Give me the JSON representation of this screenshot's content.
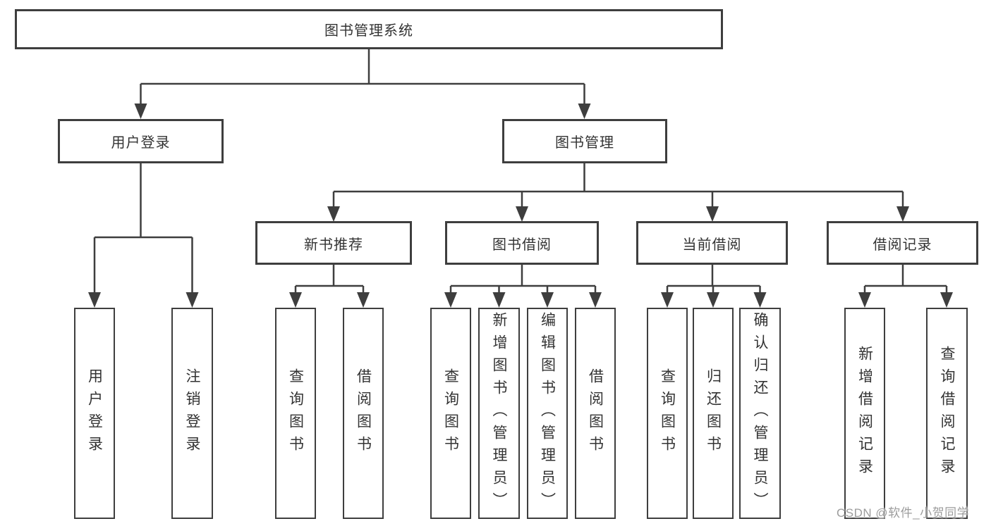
{
  "diagram": {
    "root": {
      "label": "图书管理系统"
    },
    "level2": [
      {
        "label": "用户登录"
      },
      {
        "label": "图书管理"
      }
    ],
    "level3": [
      {
        "label": "新书推荐",
        "parent": "图书管理"
      },
      {
        "label": "图书借阅",
        "parent": "图书管理"
      },
      {
        "label": "当前借阅",
        "parent": "图书管理"
      },
      {
        "label": "借阅记录",
        "parent": "图书管理"
      }
    ],
    "leaves": [
      {
        "label": "用户登录",
        "parent": "用户登录"
      },
      {
        "label": "注销登录",
        "parent": "用户登录"
      },
      {
        "label": "查询图书",
        "parent": "新书推荐"
      },
      {
        "label": "借阅图书",
        "parent": "新书推荐"
      },
      {
        "label": "查询图书",
        "parent": "图书借阅"
      },
      {
        "label": "新增图书（管理员）",
        "parent": "图书借阅"
      },
      {
        "label": "编辑图书（管理员）",
        "parent": "图书借阅"
      },
      {
        "label": "借阅图书",
        "parent": "图书借阅"
      },
      {
        "label": "查询图书",
        "parent": "当前借阅"
      },
      {
        "label": "归还图书",
        "parent": "当前借阅"
      },
      {
        "label": "确认归还（管理员）",
        "parent": "当前借阅"
      },
      {
        "label": "新增借阅记录",
        "parent": "借阅记录"
      },
      {
        "label": "查询借阅记录",
        "parent": "借阅记录"
      }
    ],
    "colors": {
      "line": "#3e3e3e",
      "text": "#333333",
      "background": "#ffffff"
    }
  },
  "watermark": {
    "text": "CSDN @软件_小贺同学",
    "color": "#9c9c9c"
  }
}
